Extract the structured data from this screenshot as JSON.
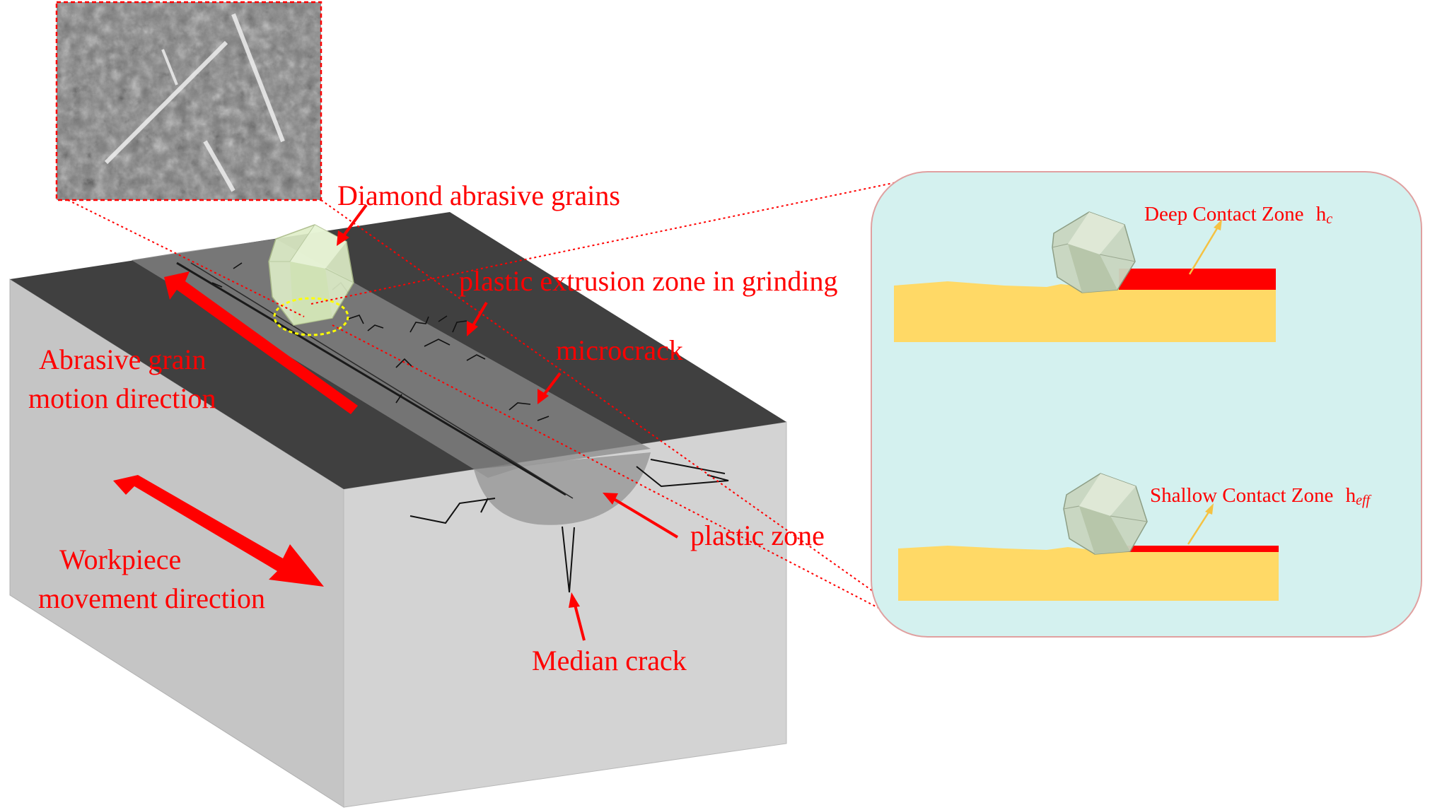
{
  "labels": {
    "diamond_grains": "Diamond abrasive grains",
    "plastic_extrusion": "plastic extrusion zone in grinding",
    "microcrack": "microcrack",
    "abrasive_motion_1": "Abrasive grain",
    "abrasive_motion_2": "motion direction",
    "workpiece_move_1": "Workpiece",
    "workpiece_move_2": "movement direction",
    "plastic_zone": "plastic zone",
    "median_crack": "Median crack"
  },
  "inset": {
    "deep_label": "Deep Contact Zone",
    "deep_symbol": "h",
    "deep_sub": "c",
    "shallow_label": "Shallow Contact Zone",
    "shallow_symbol": "h",
    "shallow_sub": "eff"
  },
  "colors": {
    "annotation": "#ff0000",
    "inset_background": "#d4f1ef",
    "workpiece_layer": "#ffd966",
    "contact_zone": "#ff0000",
    "leader": "#f5c242",
    "block_top": "#404040",
    "block_front": "#c8c8c8",
    "block_side": "#d4d4d4"
  }
}
